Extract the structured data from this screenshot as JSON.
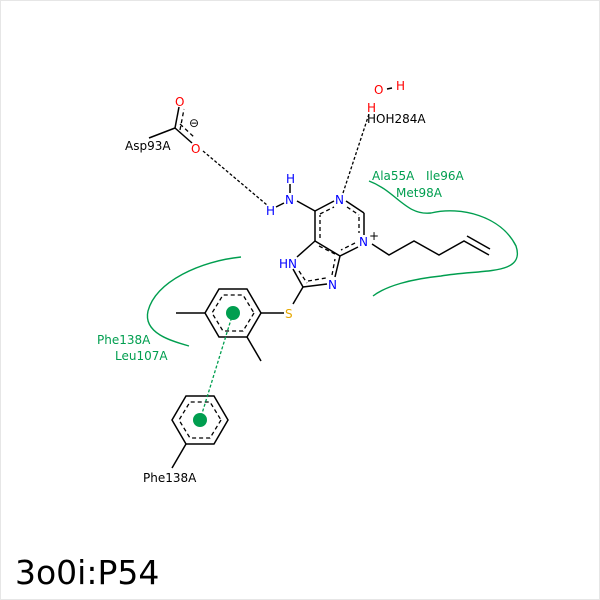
{
  "title": "3o0i:P54",
  "colors": {
    "nitrogen": "#0000ff",
    "oxygen": "#ff0000",
    "sulfur": "#e6a800",
    "hydrophobic": "#009e4f",
    "bond": "#000000"
  },
  "atoms": {
    "n": "N",
    "hn": "HN",
    "h": "H",
    "o": "O",
    "s": "S",
    "plus": "+",
    "minus": "⊖"
  },
  "residues": {
    "asp": "Asp93A",
    "water": "HOH284A",
    "ala": "Ala55A",
    "ile": "Ile96A",
    "met": "Met98A",
    "phe_left": "Phe138A",
    "leu": "Leu107A",
    "phe_stack": "Phe138A"
  }
}
